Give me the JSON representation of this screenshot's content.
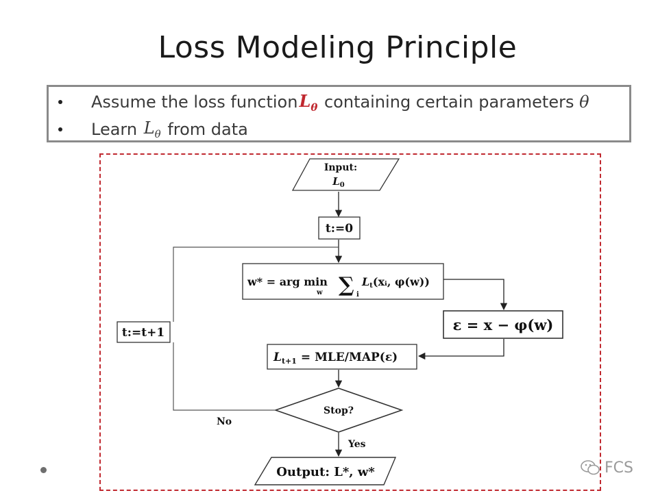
{
  "slide": {
    "title": "Loss Modeling Principle",
    "bullets": [
      {
        "pre": "Assume the loss function ",
        "sym": "L",
        "sub": "θ",
        "post": " containing certain parameters ",
        "tail_sym": "θ"
      },
      {
        "pre": "Learn ",
        "sym": "L",
        "sub": "θ",
        "post": " from data"
      }
    ]
  },
  "flowchart": {
    "input_label": "Input:",
    "input_sym": "L",
    "input_sub": "0",
    "init": "t:=0",
    "argmin_lhs": "w* = arg min",
    "argmin_under": "w",
    "argmin_rhs": "L",
    "argmin_rhs_sub": "t",
    "argmin_args": "(xᵢ, φ(w))",
    "sum_symbol": "∑",
    "sum_index": "i",
    "residual": "ε = x − φ(w)",
    "update_sym": "L",
    "update_sub": "t+1",
    "update_rhs": "= MLE/MAP(ε)",
    "increment": "t:=t+1",
    "decision": "Stop?",
    "no_label": "No",
    "yes_label": "Yes",
    "output": "Output:  L*, w*"
  },
  "watermark": {
    "text": "FCS",
    "icon": "wechat-icon"
  },
  "colors": {
    "frame": "#c0282f",
    "bullet_border": "#8a8a8a",
    "red_symbol": "#c0282f"
  }
}
